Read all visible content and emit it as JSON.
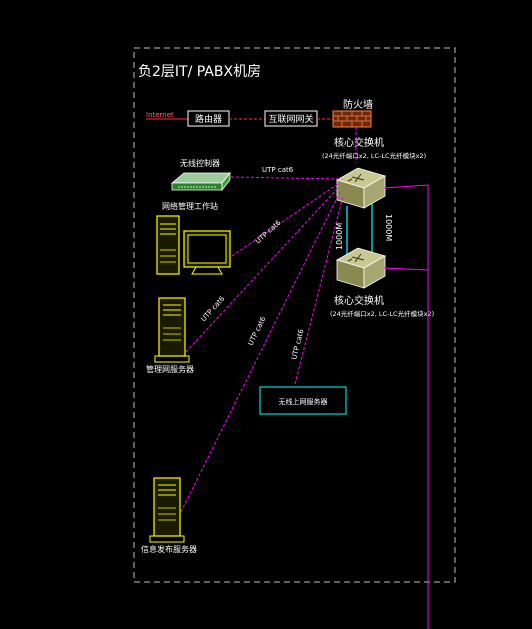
{
  "room_title": "负2层IT/ PABX机房",
  "internet_label": "Internet",
  "router_label": "路由器",
  "gateway_label": "互联网网关",
  "firewall_label": "防火墙",
  "core_switch_1": {
    "title": "核心交换机",
    "subtitle": "(24光纤端口x2, LC-LC光纤模块x2)"
  },
  "core_switch_2": {
    "title": "核心交换机",
    "subtitle": "(24光纤端口x2, LC-LC光纤模块x2)"
  },
  "wireless_controller_label": "无线控制器",
  "workstation_label": "网络管理工作站",
  "intranet_server_label": "管理网服务器",
  "wireless_ap_server_label": "无线上网服务器",
  "info_server_label": "信息发布服务器",
  "link_labels": {
    "utp_controller": "UTP cat6",
    "utp_workstation": "UTP cat6",
    "utp_intranet": "UTP cat6",
    "utp_info": "UTP cat6",
    "utp_wireless": "UTP cat6",
    "fiber_left": "1000M",
    "fiber_right": "1000M"
  },
  "colors": {
    "frame": "#bfbfbf",
    "link": "#ff00ff",
    "red_link": "#ff3030",
    "device": "#ffff00",
    "switch": "#d8d8a0",
    "fiber": "#00ffff",
    "text": "#ffffff"
  }
}
